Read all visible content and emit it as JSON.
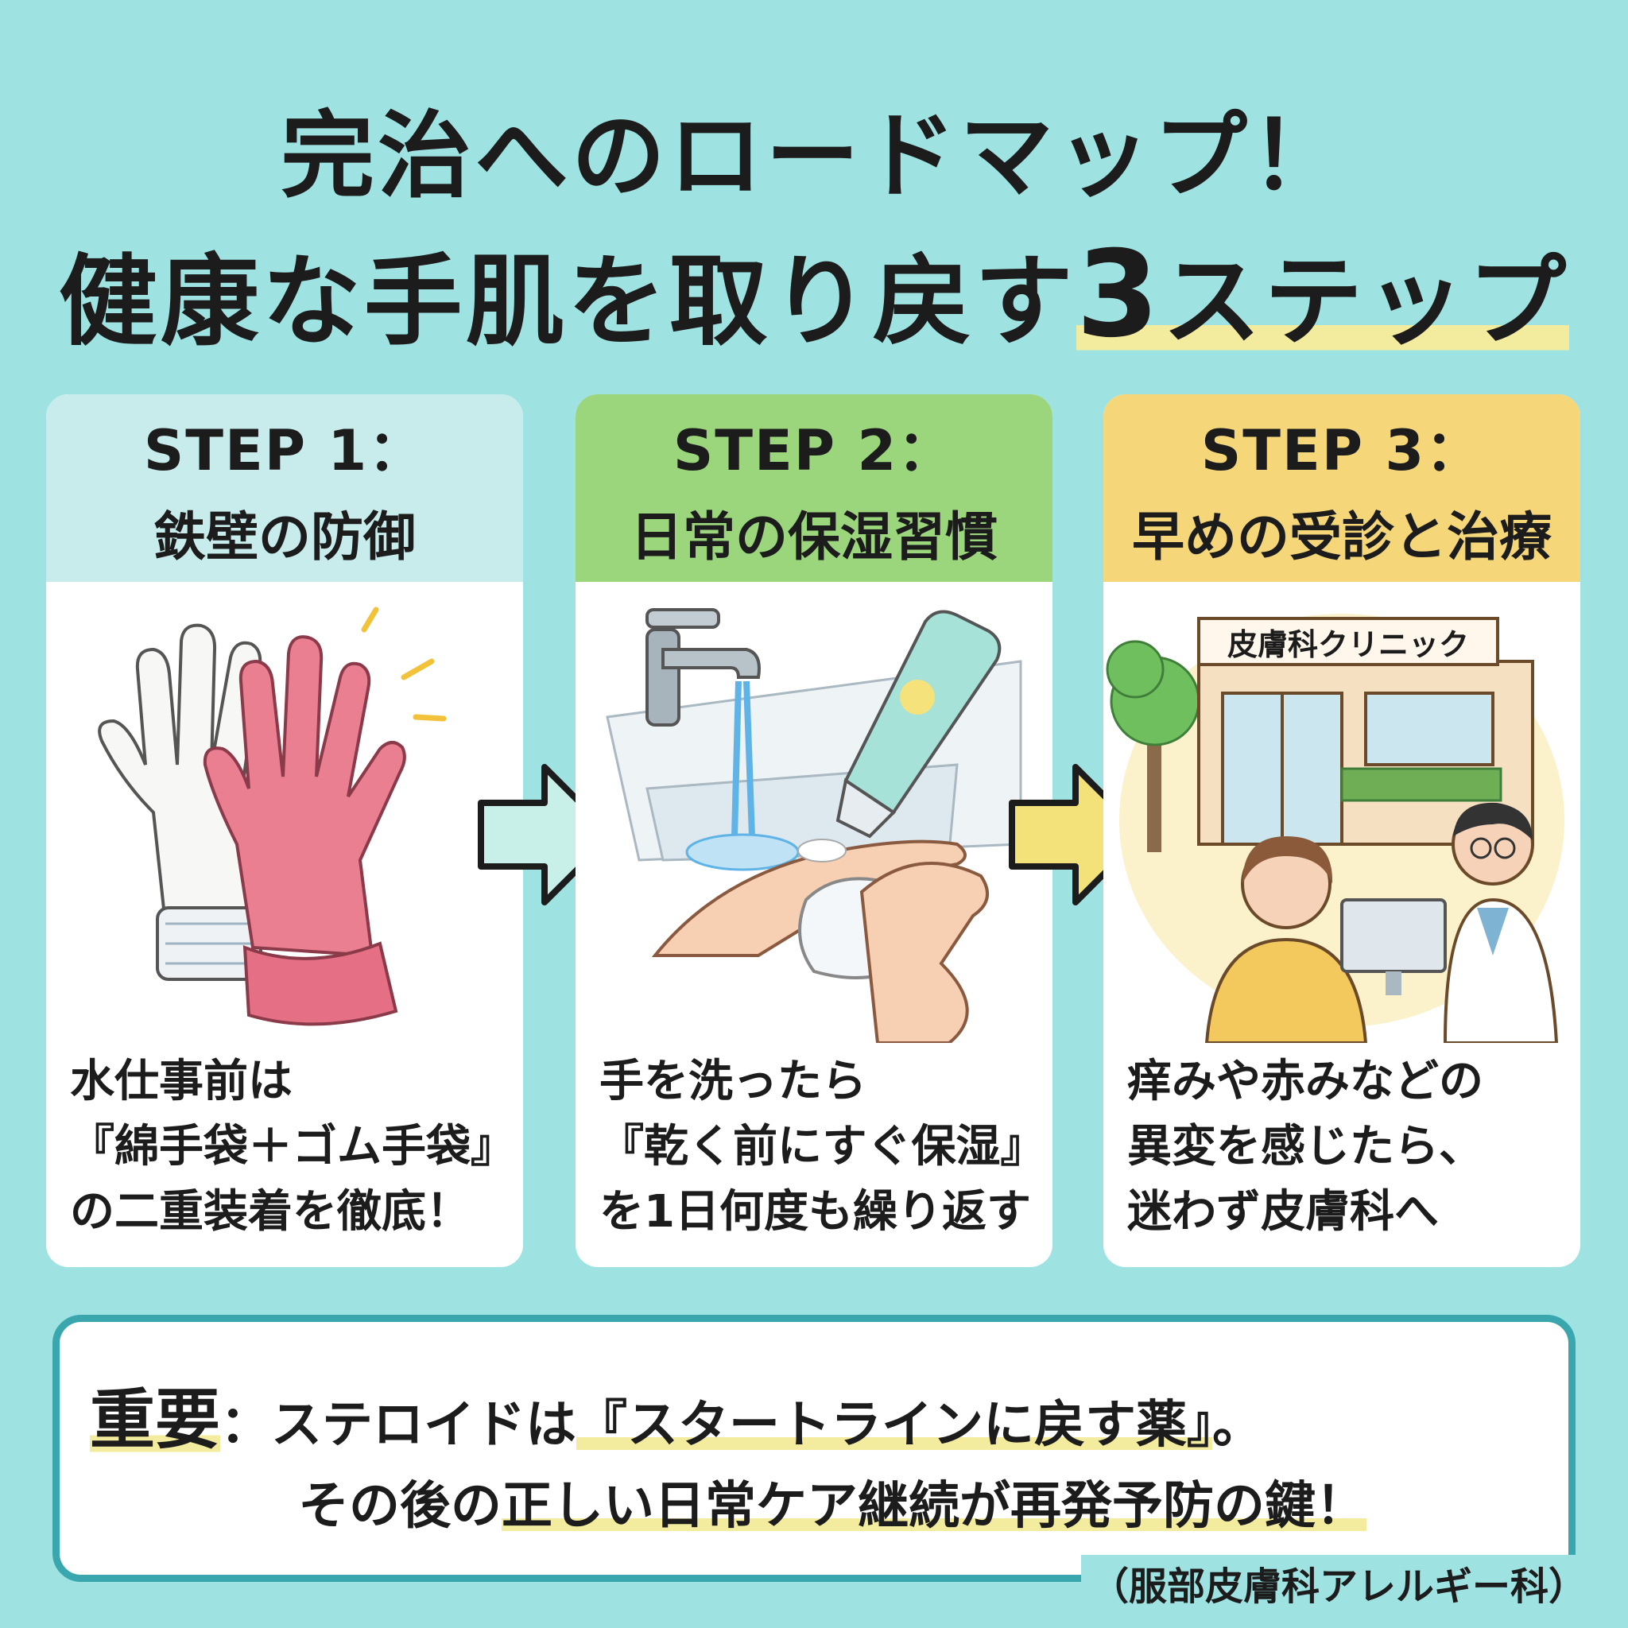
{
  "title": {
    "line1": "完治へのロードマップ！",
    "line2_prefix": "健康な手肌を取り戻す",
    "line2_highlight_num": "3",
    "line2_highlight_text": "ステップ"
  },
  "steps": [
    {
      "step": "STEP 1：",
      "heading": "鉄壁の防御",
      "text": [
        "水仕事前は",
        "『綿手袋＋ゴム手袋』",
        "の二重装着を徹底！"
      ],
      "header_color": "#c8ecec"
    },
    {
      "step": "STEP 2：",
      "heading": "日常の保湿習慣",
      "text": [
        "手を洗ったら",
        "『乾く前にすぐ保湿』",
        "を1日何度も繰り返す"
      ],
      "header_color": "#9bd57c"
    },
    {
      "step": "STEP 3：",
      "heading": "早めの受診と治療",
      "text": [
        "痒みや赤みなどの",
        "異変を感じたら、",
        "迷わず皮膚科へ"
      ],
      "header_color": "#f5d77a",
      "clinic_sign": "皮膚科クリニック"
    }
  ],
  "note": {
    "label": "重要",
    "colon": "：",
    "line1_prefix": "ステロイドは",
    "line1_highlight": "『スタートラインに戻す薬』",
    "line1_suffix": "。",
    "line2_prefix": "その後の",
    "line2_highlight": "正しい日常ケア継続が再発予防の鍵！"
  },
  "credit": "（服部皮膚科アレルギー科）"
}
